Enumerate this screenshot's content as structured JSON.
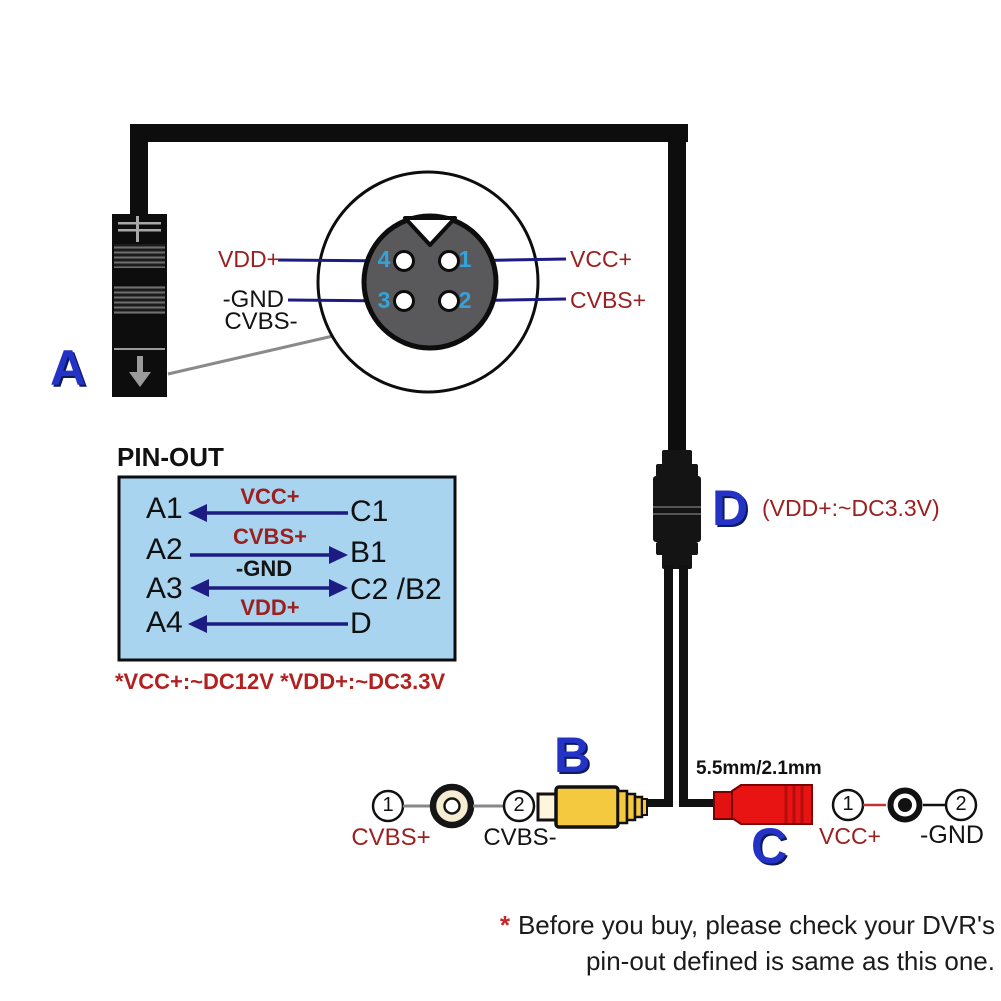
{
  "colors": {
    "label_red": "#9c2020",
    "line_navy": "#1c1c82",
    "letter_blue": "#2433c5",
    "pin_number_blue": "#35a3d8",
    "table_bg": "#a8d4ef",
    "rca_yellow": "#f5c93f",
    "power_red": "#e81414",
    "note_red": "#c42727"
  },
  "connector_a": {
    "letter": "A"
  },
  "connector_face": {
    "pins": [
      {
        "number": "1",
        "label": "VCC+"
      },
      {
        "number": "2",
        "label": "CVBS+"
      },
      {
        "number": "3",
        "label": "-GND / CVBS-"
      },
      {
        "number": "4",
        "label": "VDD+"
      }
    ],
    "left_labels": {
      "top": "VDD+",
      "bottom1": "-GND",
      "bottom2": "CVBS-"
    },
    "right_labels": {
      "top": "VCC+",
      "bottom": "CVBS+"
    }
  },
  "pinout_table": {
    "title": "PIN-OUT",
    "rows": [
      {
        "from": "A1",
        "signal": "VCC+",
        "arrow": "left",
        "to": "C1"
      },
      {
        "from": "A2",
        "signal": "CVBS+",
        "arrow": "right",
        "to": "B1"
      },
      {
        "from": "A3",
        "signal": "-GND",
        "arrow": "both",
        "to": "C2 /B2"
      },
      {
        "from": "A4",
        "signal": "VDD+",
        "arrow": "left",
        "to": "D"
      }
    ],
    "footnote": "*VCC+:~DC12V *VDD+:~DC3.3V"
  },
  "connector_d": {
    "letter": "D",
    "voltage_note": "(VDD+:~DC3.3V)"
  },
  "connector_b": {
    "letter": "B",
    "pin1": {
      "number": "1",
      "label": "CVBS+"
    },
    "pin2": {
      "number": "2",
      "label": "CVBS-"
    }
  },
  "connector_c": {
    "letter": "C",
    "size": "5.5mm/2.1mm",
    "pin1": {
      "number": "1",
      "label": "VCC+"
    },
    "pin2": {
      "number": "2",
      "label": "-GND"
    }
  },
  "footer_note": {
    "star": "*",
    "line1": "Before you buy, please check your DVR's",
    "line2": "pin-out defined is same as this one."
  }
}
